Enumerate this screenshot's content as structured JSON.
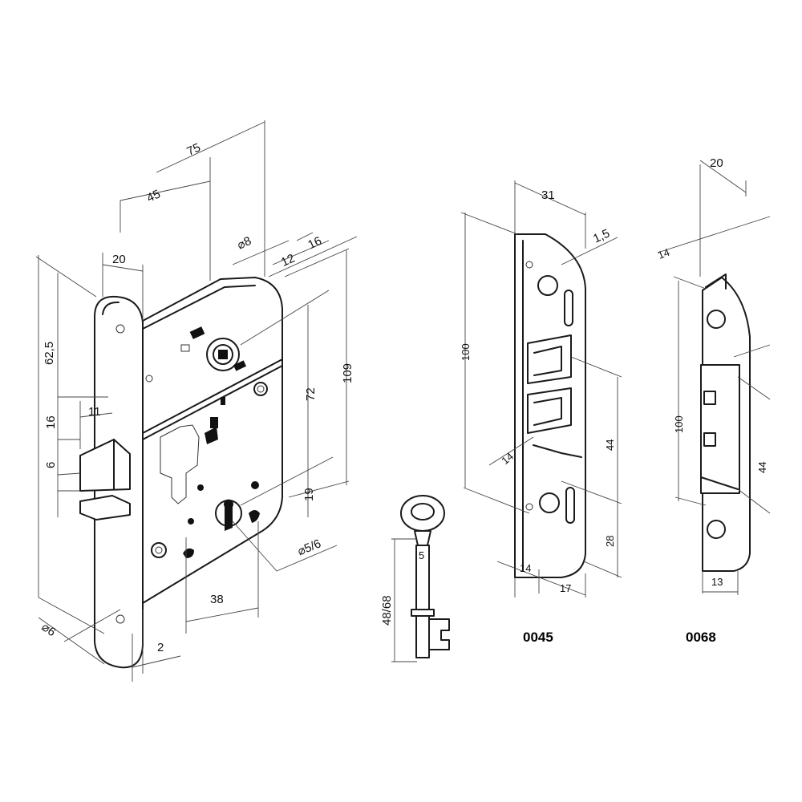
{
  "lock_body": {
    "dims": {
      "d75": "75",
      "d45": "45",
      "d20": "20",
      "d8": "⌀8",
      "d16_top": "16",
      "d12": "12",
      "d62_5": "62,5",
      "d16": "16",
      "d11": "11",
      "d6": "6",
      "d72": "72",
      "d109": "109",
      "d19": "19",
      "d5_6": "⌀5/6",
      "d38": "38",
      "d2": "2",
      "d6_dia": "⌀6"
    }
  },
  "key": {
    "dims": {
      "d48_68": "48/68",
      "d5": "5"
    }
  },
  "strike_0045": {
    "label": "0045",
    "dims": {
      "d31": "31",
      "d1_5": "1,5",
      "d100": "100",
      "d14_side": "14",
      "d44": "44",
      "d28": "28",
      "d14_bottom": "14",
      "d17": "17"
    }
  },
  "strike_0068": {
    "label": "0068",
    "dims": {
      "d20": "20",
      "d14": "14",
      "d100": "100",
      "d44": "44",
      "d13": "13"
    }
  },
  "colors": {
    "ink": "#1a1a1a",
    "paper": "#ffffff"
  }
}
